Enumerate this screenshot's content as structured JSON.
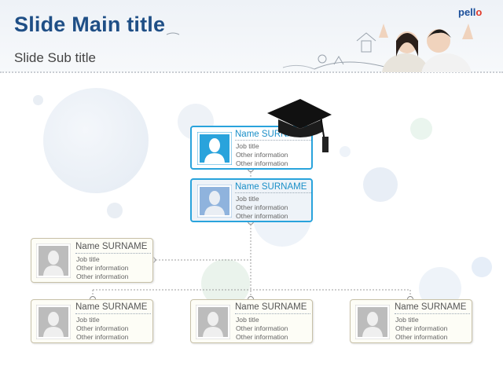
{
  "slide": {
    "title": "Slide Main title",
    "subtitle": "Slide Sub title",
    "brand_prefix": "p",
    "brand_o": "",
    "brand": "pello"
  },
  "colors": {
    "title": "#1f4f86",
    "accent_blue": "#29a3dc",
    "card_border_beige": "#c8c1a8",
    "card_fill": "#fdfdf6",
    "connector": "#9c9c9c"
  },
  "icons": [
    "graduation-cap-icon",
    "person-silhouette-icon",
    "doodle-landscape-icon",
    "students-photo"
  ],
  "org_chart": {
    "top": {
      "name": "Name SURNAME",
      "job": "Job title",
      "info1": "Other information",
      "info2": "Other information"
    },
    "second": {
      "name": "Name SURNAME",
      "job": "Job title",
      "info1": "Other information",
      "info2": "Other information"
    },
    "side": {
      "name": "Name SURNAME",
      "job": "Job title",
      "info1": "Other information",
      "info2": "Other information"
    },
    "bottom": [
      {
        "name": "Name SURNAME",
        "job": "Job title",
        "info1": "Other information",
        "info2": "Other information"
      },
      {
        "name": "Name SURNAME",
        "job": "Job title",
        "info1": "Other information",
        "info2": "Other information"
      },
      {
        "name": "Name SURNAME",
        "job": "Job title",
        "info1": "Other information",
        "info2": "Other information"
      }
    ]
  }
}
